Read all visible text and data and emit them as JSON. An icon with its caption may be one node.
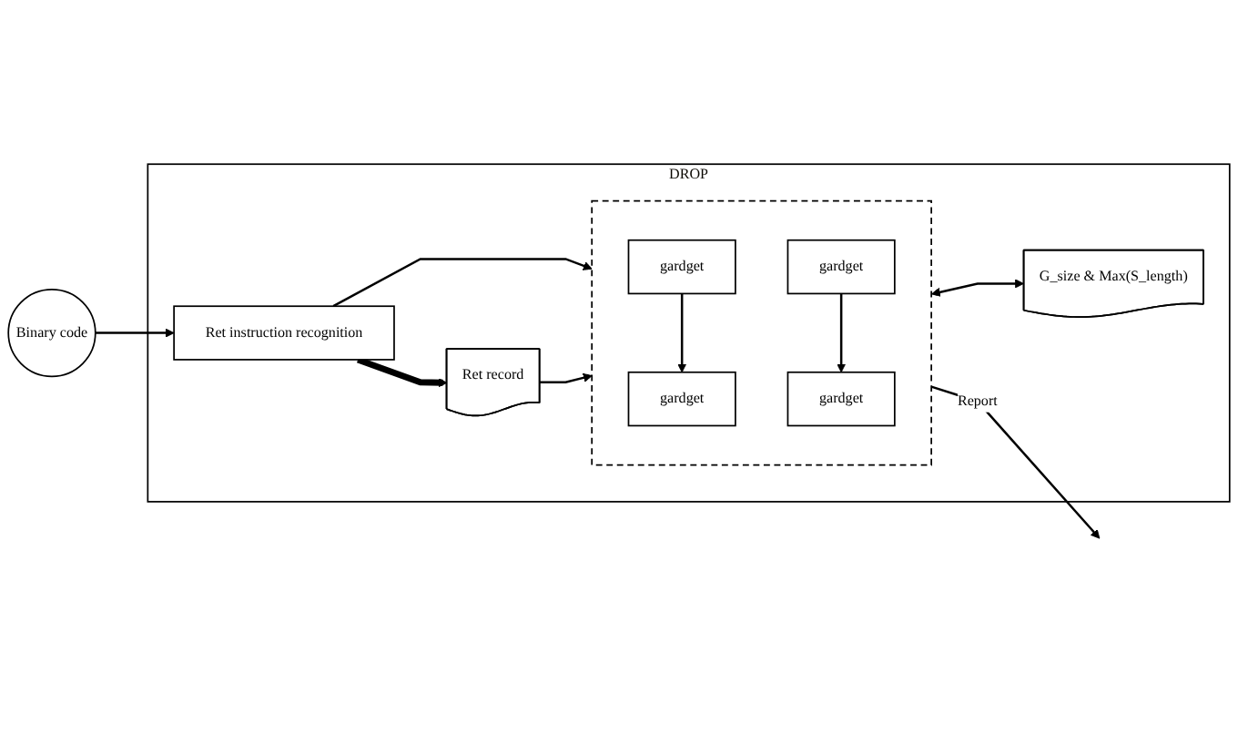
{
  "diagram": {
    "nodes": [
      {
        "text": [
          "DROP"
        ]
      },
      {
        "text": [
          "Binary code"
        ]
      },
      {
        "text": [
          "Ret instruction recognition"
        ],
        "in": 0
      },
      {
        "text": [],
        "shape": "box",
        "in": 0
      },
      {
        "text": [
          "gardget"
        ],
        "in": 3
      },
      {
        "text": [
          "gardget"
        ],
        "in": 3
      },
      {
        "text": [
          "gardget"
        ],
        "in": 3
      },
      {
        "text": [
          "gardget"
        ],
        "in": 3
      },
      {
        "text": [
          "Ret record"
        ],
        "in": 0
      },
      {
        "text": [
          "G_size & Max(S_length)"
        ],
        "in": 0
      }
    ],
    "edges": [
      {
        "from": 1,
        "to": 2,
        "arrow": "to"
      },
      {
        "from": 2,
        "to": 3,
        "arrow": "to"
      },
      {
        "from": 2,
        "to": 8,
        "arrow": "to",
        "style": "thick"
      },
      {
        "from": 4,
        "to": 6,
        "arrow": "to"
      },
      {
        "from": 5,
        "to": 7,
        "arrow": "to"
      },
      {
        "from": 8,
        "to": 3,
        "arrow": "to"
      },
      {
        "from": 3,
        "to": 9,
        "arrow": "both"
      },
      {
        "from": 3,
        "to": null,
        "arrow": "to",
        "label": "Report"
      }
    ]
  }
}
